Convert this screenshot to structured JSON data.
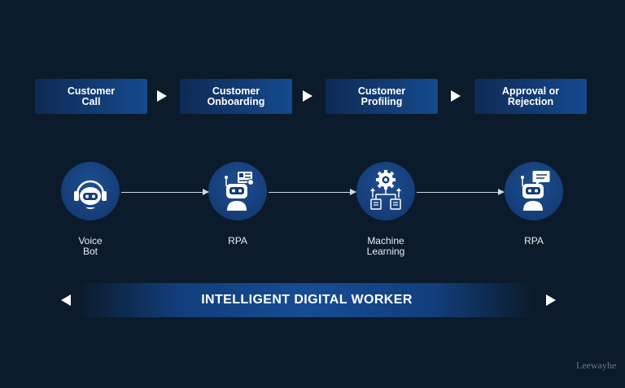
{
  "steps": [
    {
      "label": "Customer\nCall"
    },
    {
      "label": "Customer\nOnboarding"
    },
    {
      "label": "Customer\nProfiling"
    },
    {
      "label": "Approval or\nRejection"
    }
  ],
  "nodes": [
    {
      "label": "Voice\nBot",
      "icon": "voice-bot-icon"
    },
    {
      "label": "RPA",
      "icon": "rpa-robot-document-icon"
    },
    {
      "label": "Machine\nLearning",
      "icon": "machine-learning-gear-icon"
    },
    {
      "label": "RPA",
      "icon": "rpa-robot-chat-icon"
    }
  ],
  "banner": {
    "title": "INTELLIGENT DIGITAL WORKER"
  },
  "watermark": {
    "text": "Leewayhe"
  },
  "colors": {
    "background": "#0b1b2b",
    "box_start": "#0e2a55",
    "box_end": "#154a8e",
    "circle": "#153d77",
    "text": "#ffffff"
  }
}
